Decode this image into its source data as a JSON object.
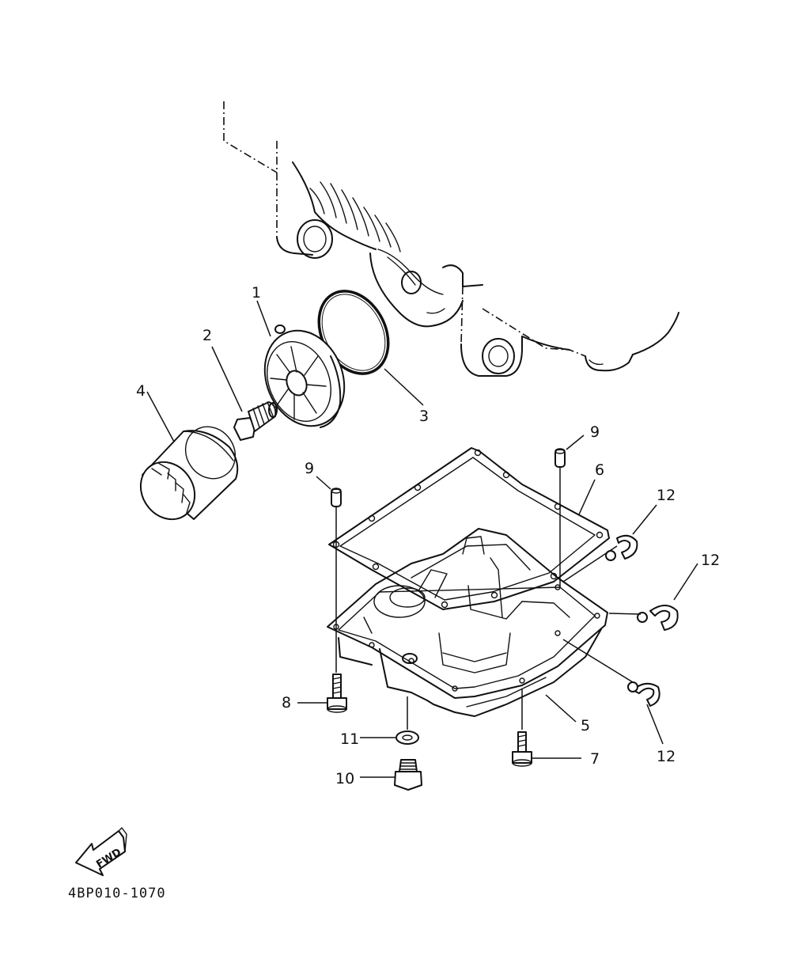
{
  "diagram": {
    "drawing_code": "4BP010-1070",
    "direction_label": "FWD",
    "callouts": {
      "c1": "1",
      "c2": "2",
      "c3": "3",
      "c4": "4",
      "c5": "5",
      "c6": "6",
      "c7": "7",
      "c8": "8",
      "c9a": "9",
      "c9b": "9",
      "c10": "10",
      "c11": "11",
      "c12a": "12",
      "c12b": "12",
      "c12c": "12"
    }
  }
}
